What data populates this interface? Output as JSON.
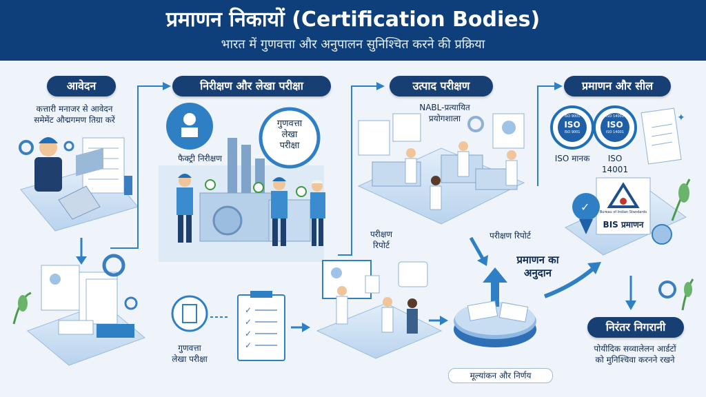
{
  "header": {
    "title": "प्रमाणन निकायों (Certification Bodies)",
    "subtitle": "भारत में गुणवत्ता और अनुपालन सुनिश्चित करने की प्रक्रिया"
  },
  "steps": {
    "application": "आवेदन",
    "inspection_audit": "निरीक्षण और लेखा परीक्षा",
    "product_testing": "उत्पाद परीक्षण",
    "certification_seal": "प्रमाणन और सील",
    "continuous_monitoring": "निरंतर निगरानी"
  },
  "labels": {
    "application_desc_1": "कत्तारी मनाजर से आवेदन",
    "application_desc_2": "समेमेंट औद्मगमण तिग्रा करें",
    "factory_inspection": "फैक्ट्री निरीक्षण",
    "quality_audit_circle_1": "गुणवत्ता",
    "quality_audit_circle_2": "लेखा",
    "quality_audit_circle_3": "परीक्षा",
    "nabl_lab_1": "NABL-प्रत्यायित",
    "nabl_lab_2": "प्रयोगशाला",
    "test_report_left_1": "परीक्षण",
    "test_report_left_2": "रिपोर्ट",
    "test_report_right": "परीक्षण रिपोर्ट",
    "grant_1": "प्रमाणन का",
    "grant_2": "अनुदान",
    "iso_standard": "ISO मानक",
    "iso_14001": "ISO 14001",
    "iso_badge_1_top": "ISO 9001",
    "iso_badge_1_mid": "ISO",
    "iso_badge_1_bottom": "ISO 9001",
    "iso_badge_2_top": "ISO 14001",
    "iso_badge_2_mid": "ISO",
    "iso_badge_2_bottom": "ISO 14001",
    "bis_mark": "BIS प्रमाणन",
    "bis_small": "Bureau of Indian Standards",
    "quality_audit_bottom_1": "गुणवत्ता",
    "quality_audit_bottom_2": "लेखा परीक्षा",
    "evaluation_decision": "मूल्यांकन और निर्णय",
    "monitoring_desc_1": "पोयीदिक सव्वालेलन आर्डटों",
    "monitoring_desc_2": "को मुनिश्चिवा करनने रखने"
  },
  "colors": {
    "header_bg": "#0f3f7a",
    "pill_bg": "#173f74",
    "accent_blue": "#2f7fc4",
    "light_blue": "#cfe2f4",
    "check_green": "#3a9a3a",
    "leaf_green": "#4a9a4a"
  }
}
